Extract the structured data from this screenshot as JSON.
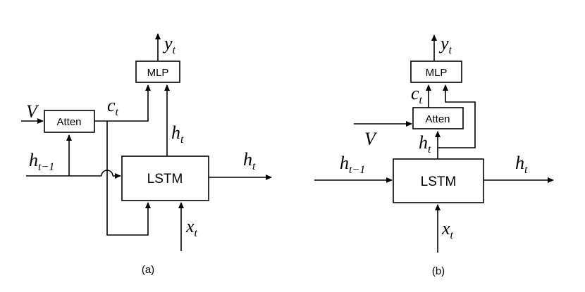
{
  "diagram_a": {
    "caption": "(a)",
    "blocks": {
      "mlp": "MLP",
      "atten": "Atten",
      "lstm": "LSTM"
    },
    "vars": {
      "y": {
        "base": "y",
        "sub": "t"
      },
      "c": {
        "base": "c",
        "sub": "t"
      },
      "V": {
        "base": "V"
      },
      "h_prev": {
        "base": "h",
        "sub": "t−1"
      },
      "h_up": {
        "base": "h",
        "sub": "t"
      },
      "h_out": {
        "base": "h",
        "sub": "t"
      },
      "x": {
        "base": "x",
        "sub": "t"
      }
    }
  },
  "diagram_b": {
    "caption": "(b)",
    "blocks": {
      "mlp": "MLP",
      "atten": "Atten",
      "lstm": "LSTM"
    },
    "vars": {
      "y": {
        "base": "y",
        "sub": "t"
      },
      "c": {
        "base": "c",
        "sub": "t"
      },
      "V": {
        "base": "V"
      },
      "h_up": {
        "base": "h",
        "sub": "t"
      },
      "h_prev": {
        "base": "h",
        "sub": "t−1"
      },
      "h_out": {
        "base": "h",
        "sub": "t"
      },
      "x": {
        "base": "x",
        "sub": "t"
      }
    }
  }
}
